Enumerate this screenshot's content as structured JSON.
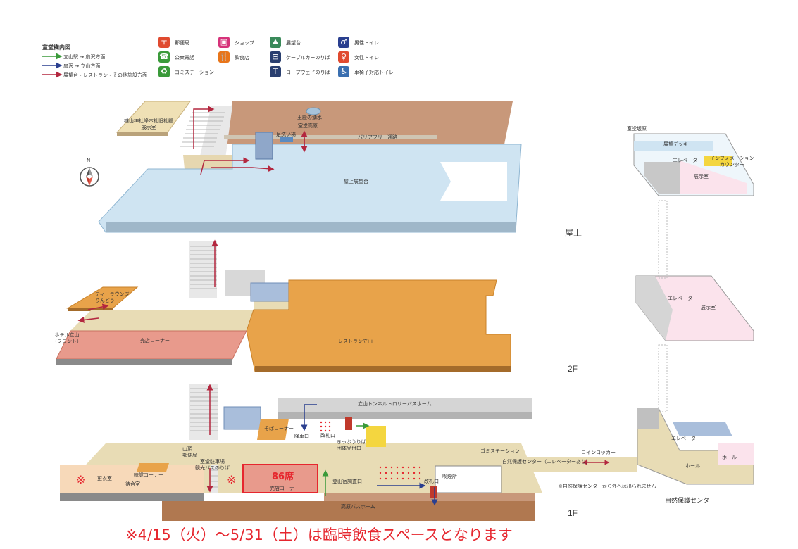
{
  "legend": {
    "title": "室堂構内図",
    "routes": [
      {
        "label": "立山駅 → 扇沢方面",
        "color": "#3a9a3a"
      },
      {
        "label": "扇沢 → 立山方面",
        "color": "#2a3f8f"
      },
      {
        "label": "展望台・レストラン・その他施設方面",
        "color": "#b3273f"
      }
    ],
    "facilities": [
      {
        "label": "郵便局",
        "icon": "post-office-icon",
        "color": "#e04a2f"
      },
      {
        "label": "公衆電話",
        "icon": "phone-icon",
        "color": "#3a9a3a"
      },
      {
        "label": "ゴミステーション",
        "icon": "trash-icon",
        "color": "#3a9a3a"
      },
      {
        "label": "ショップ",
        "icon": "shop-icon",
        "color": "#d6337a"
      },
      {
        "label": "飲食店",
        "icon": "restaurant-icon",
        "color": "#e8751a"
      },
      {
        "label": "展望台",
        "icon": "observation-icon",
        "color": "#3a8a5a"
      },
      {
        "label": "ケーブルカーのりば",
        "icon": "cable-car-icon",
        "color": "#2a3f6f"
      },
      {
        "label": "ロープウェイのりば",
        "icon": "ropeway-icon",
        "color": "#2a3f6f"
      },
      {
        "label": "男性トイレ",
        "icon": "male-toilet-icon",
        "color": "#2a3f8f"
      },
      {
        "label": "女性トイレ",
        "icon": "female-toilet-icon",
        "color": "#e04a2f"
      },
      {
        "label": "車椅子対応トイレ",
        "icon": "wheelchair-icon",
        "color": "#3a6fb0"
      }
    ]
  },
  "compass": "N",
  "floors": {
    "rooftop": "屋上",
    "f2": "2F",
    "f1": "1F"
  },
  "rooftop_labels": {
    "shrine": "雄山神社峰本社旧社殿\n展示室",
    "spring": "玉殿の湧水",
    "plateau": "室堂高原",
    "footbath": "足洗い場",
    "barrierfree": "バリアフリー通路",
    "observation": "屋上展望台"
  },
  "f2_labels": {
    "tea": "ティーラウンジ\nりんどう",
    "hotel": "ホテル立山\n（フロント）",
    "shop": "売店コーナー",
    "restaurant": "レストラン立山"
  },
  "f1_labels": {
    "bus_tunnel": "立山トンネルトロリーバスホーム",
    "soba": "そばコーナー",
    "exit": "降車口",
    "gate": "改札口",
    "tickets": "きっぷうりば\n団体受付口",
    "trash": "ゴミステーション",
    "post": "山頂\n郵便局",
    "parking": "室堂駐車場\n観光バスのりば",
    "taste": "味覚コーナー",
    "locker_room": "更衣室",
    "waiting": "待合室",
    "shop": "売店コーナー",
    "bus_entry": "登山宿調査口",
    "gate2": "改札口",
    "smoking": "喫煙所",
    "highland_bus": "高原バスホーム",
    "coin_locker": "コインロッカー",
    "nature_path": "自然保護センター（エレベーターあり）",
    "note": "※自然保護センターから外へは出られません"
  },
  "nature_center": {
    "title": "自然保護センター",
    "top_exit": "室堂坂原",
    "deck": "展望デッキ",
    "elevator": "エレベーター",
    "info": "インフォメーション\nカウンター",
    "exhibit": "展示室",
    "elevator2": "エレベーター",
    "exhibit2": "展示室",
    "elevator3": "エレベーター",
    "hall": "ホール",
    "hall2": "ホール"
  },
  "highlight": {
    "seats": "86席",
    "mark": "※"
  },
  "notice": "※4/15（火）～5/31（土）は臨時飲食スペースとなります"
}
